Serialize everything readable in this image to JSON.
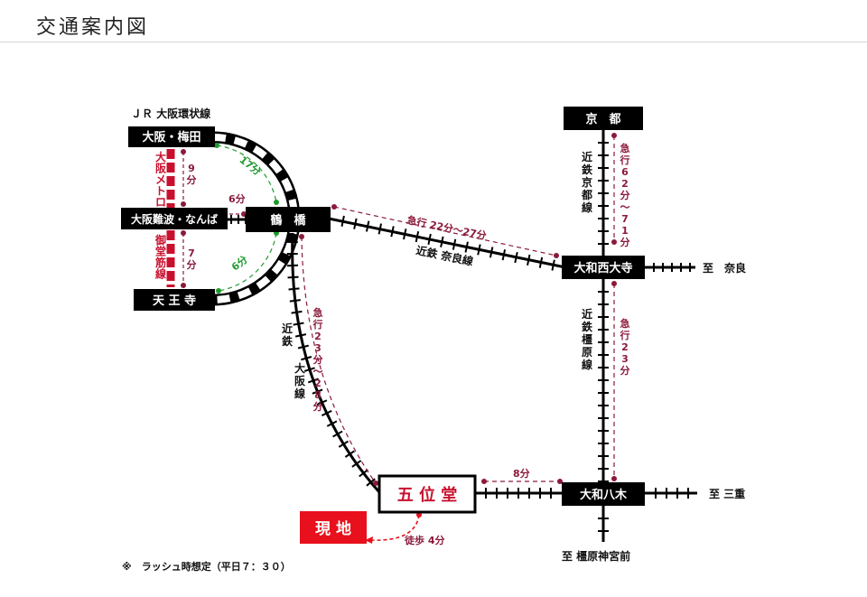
{
  "header": {
    "title": "交通案内図"
  },
  "map": {
    "loop_line_label": "ＪＲ 大阪環状線",
    "stations": {
      "umeda": "大阪・梅田",
      "namba": "大阪難波・なんば",
      "tennoji": "天 王 寺",
      "tsuruhashi": "鶴　橋",
      "kyoto": "京　都",
      "yamato_saidaiji": "大和西大寺",
      "yamato_yagi": "大和八木",
      "goido": "五 位 堂",
      "current": "現 地"
    },
    "lines": {
      "metro": "大阪メトロ",
      "midosuji": "御堂筋線",
      "nara_line": "近鉄 奈良線",
      "kyoto_line": "近鉄京都線",
      "kashihara_line": "近鉄橿原線",
      "osaka_line": "近鉄大阪線"
    },
    "times": {
      "umeda_namba": "9分",
      "namba_tennoji": "7分",
      "namba_tsuruhashi": "6分",
      "umeda_tsuruhashi": "17分",
      "tennoji_tsuruhashi": "6分",
      "tsuruhashi_saidaiji": "急行 22分～27分",
      "kyoto_saidaiji": "急行62分～71分",
      "saidaiji_yagi": "急行23分",
      "tsuruhashi_goido": "急行23分～28分",
      "goido_yagi": "8分",
      "walk": "徒歩 4分"
    },
    "destinations": {
      "nara": "至　奈良",
      "mie": "至 三重",
      "kashihara": "至 橿原神宮前"
    },
    "note": "※　ラッシュ時想定（平日７：３０）",
    "colors": {
      "track": "#000000",
      "maroon": "#8b1a3a",
      "red": "#e8101c",
      "metro_red": "#c8102e",
      "green": "#1f9a2e"
    }
  }
}
